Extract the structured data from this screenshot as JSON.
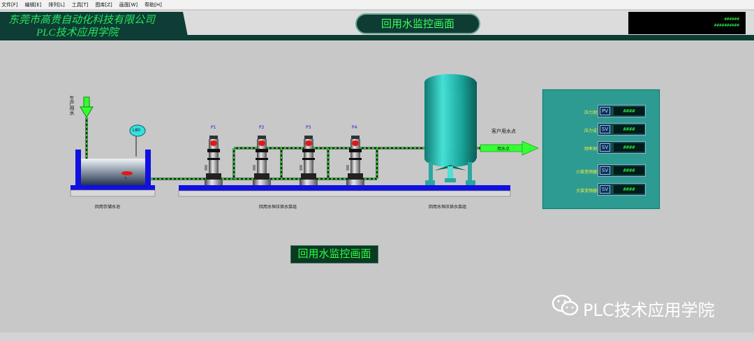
{
  "menu": [
    {
      "label": "文件[F]"
    },
    {
      "label": "编辑[E]"
    },
    {
      "label": "排列[L]"
    },
    {
      "label": "工具[T]"
    },
    {
      "label": "图库[Z]"
    },
    {
      "label": "画面[W]"
    },
    {
      "label": "帮助[H]"
    }
  ],
  "header": {
    "company_line1": "东莞市高贵自动化科技有限公司",
    "company_line2": "PLC技术应用学院",
    "title": "回用水监控画面",
    "clock_line1": "######",
    "clock_line2": "##########"
  },
  "process": {
    "inlet_label": "生产用水",
    "tank_label": "回用存储水池",
    "level_sensor": "L80",
    "level_marker": "L",
    "pumps": [
      "P1",
      "P2",
      "P3",
      "P4"
    ],
    "pump_group_label": "回用水恒压供水泵组",
    "vessel_label": "回用水恒压供水泵组",
    "customer_label": "客户用水点",
    "outlet_arrow_label": "用水点"
  },
  "big_title": "回用水监控画面",
  "panel": {
    "rows": [
      {
        "label": "压力测量值",
        "tag": "PV",
        "value": "####"
      },
      {
        "label": "压力设定值",
        "tag": "SV",
        "value": "####"
      },
      {
        "label": "频率测量值",
        "tag": "SV",
        "value": "####"
      },
      {
        "label": "小泵变频器频率",
        "tag": "SV",
        "value": "####"
      },
      {
        "label": "大泵变频器频率",
        "tag": "SV",
        "value": "####"
      }
    ]
  },
  "watermark": "PLC技术应用学院",
  "colors": {
    "background": "#c8c8c8",
    "header_dark": "#0e3c33",
    "accent_green": "#2dff3c",
    "panel_teal": "#2e9b92",
    "pipe_green": "#18d02a",
    "base_blue": "#1010e0"
  }
}
